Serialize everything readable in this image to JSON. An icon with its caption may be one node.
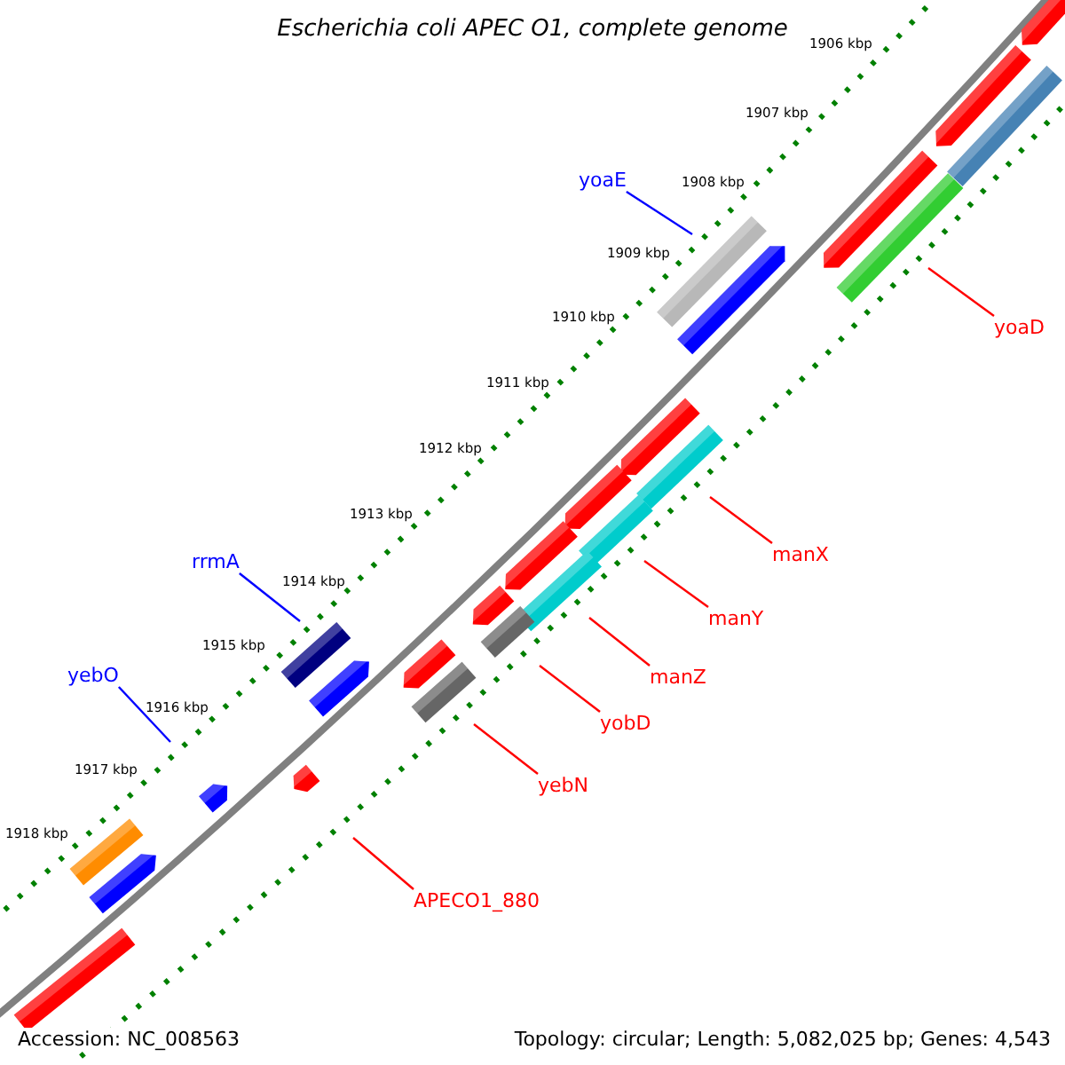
{
  "diagram": {
    "title": "Escherichia coli APEC O1, complete genome",
    "nodes": [
      {
        "text": [
          "yoaE"
        ]
      },
      {
        "text": [
          "yoaD"
        ]
      },
      {
        "text": [
          "manX"
        ]
      },
      {
        "text": [
          "manY"
        ]
      },
      {
        "text": [
          "manZ"
        ]
      },
      {
        "text": [
          "yobD"
        ]
      },
      {
        "text": [
          "yebN"
        ]
      },
      {
        "text": [
          "APECO1_880"
        ]
      },
      {
        "text": [
          "rrmA"
        ]
      },
      {
        "text": [
          "yebO"
        ]
      }
    ],
    "edges": [
      {
        "from": 0,
        "to": null,
        "arrow": "none",
        "color": "#0000ff"
      },
      {
        "from": 1,
        "to": null,
        "arrow": "none"
      },
      {
        "from": 2,
        "to": null,
        "arrow": "none"
      },
      {
        "from": 3,
        "to": null,
        "arrow": "none"
      },
      {
        "from": 4,
        "to": null,
        "arrow": "none"
      },
      {
        "from": 5,
        "to": null,
        "arrow": "none"
      },
      {
        "from": 6,
        "to": null,
        "arrow": "none"
      },
      {
        "from": 7,
        "to": null,
        "arrow": "none"
      },
      {
        "from": 8,
        "to": null,
        "arrow": "none",
        "color": "#0000ff"
      },
      {
        "from": 9,
        "to": null,
        "arrow": "none",
        "color": "#0000ff"
      }
    ],
    "labels": [
      "1906 kbp",
      "1907 kbp",
      "1908 kbp",
      "1909 kbp",
      "1910 kbp",
      "1911 kbp",
      "1912 kbp",
      "1913 kbp",
      "1914 kbp",
      "1915 kbp",
      "1916 kbp",
      "1917 kbp",
      "1918 kbp",
      "Accession: NC_008563",
      "Topology: circular; Length: 5,082,025 bp; Genes: 4,543"
    ]
  }
}
